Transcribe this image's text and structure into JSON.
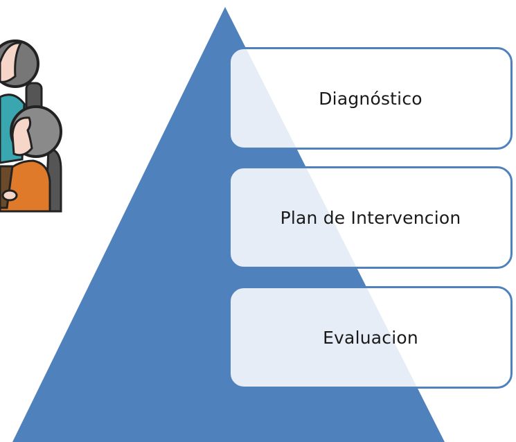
{
  "diagram": {
    "type": "pyramid-process",
    "colors": {
      "pyramid": "#4f81bd",
      "box_border": "#4f81bd",
      "box_fill": "#ffffff"
    },
    "steps": [
      {
        "label": "Diagnóstico"
      },
      {
        "label": "Plan de Intervencion"
      },
      {
        "label": "Evaluacion"
      }
    ]
  },
  "illustration": {
    "icon": "two-people-at-computer-icon"
  }
}
